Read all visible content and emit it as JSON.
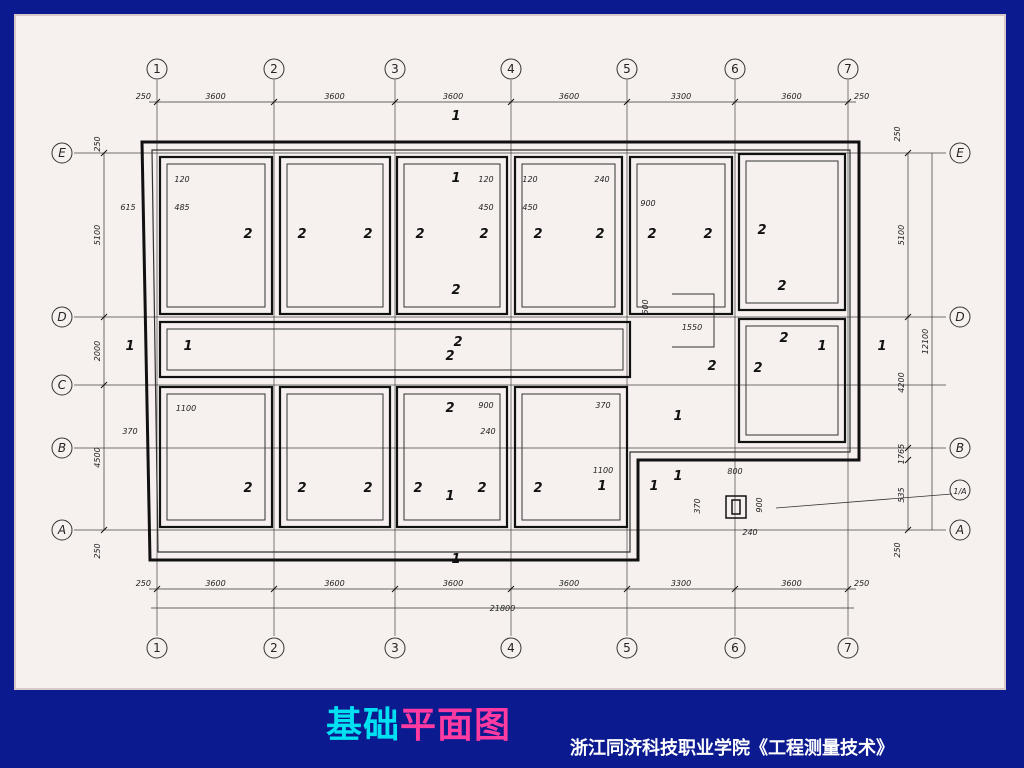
{
  "title": {
    "part1": "基础",
    "part2": "平面图"
  },
  "footer": "浙江同济科技职业学院《工程测量技术》",
  "axes": {
    "columns": [
      "1",
      "2",
      "3",
      "4",
      "5",
      "6",
      "7"
    ],
    "rows": [
      "E",
      "D",
      "C",
      "B",
      "A"
    ],
    "detail_ref": "1/A"
  },
  "dimensions": {
    "top_spans": [
      "3600",
      "3600",
      "3600",
      "3600",
      "3300",
      "3600"
    ],
    "bottom_spans": [
      "3600",
      "3600",
      "3600",
      "3600",
      "3300",
      "3600"
    ],
    "edge": "250",
    "total": "21800",
    "left_spans": [
      "5100",
      "2000",
      "4500"
    ],
    "right_spans": [
      "5100",
      "4200",
      "1765",
      "535"
    ],
    "right_total": "12100",
    "local": [
      "120",
      "615",
      "485",
      "120",
      "120",
      "450",
      "450",
      "240",
      "900",
      "600",
      "1550",
      "1100",
      "370",
      "900",
      "240",
      "370",
      "1100",
      "800",
      "900",
      "370",
      "240"
    ]
  },
  "section_marks": {
    "one": "1",
    "two": "2"
  }
}
